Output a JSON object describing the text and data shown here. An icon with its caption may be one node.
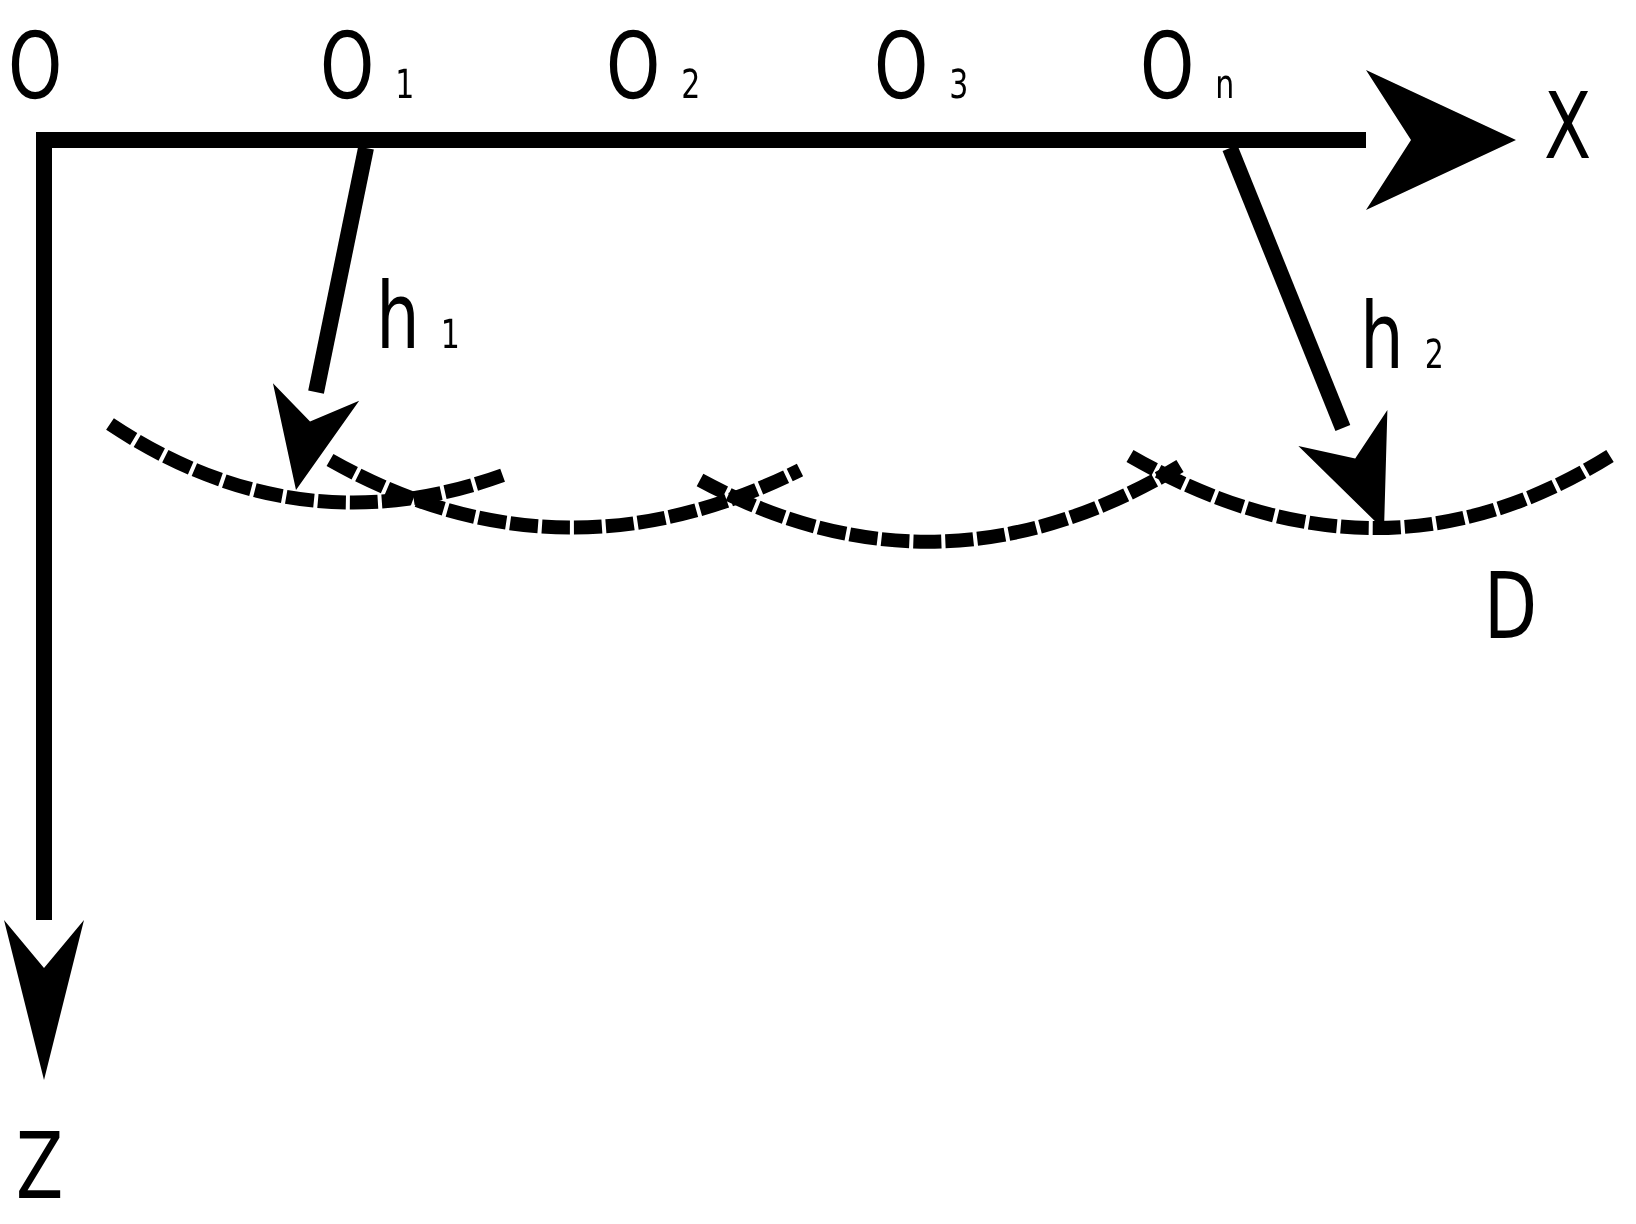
{
  "diagram": {
    "labels": [
      "O",
      "O$_{1}$",
      "O$_{2}$",
      "O$_{3}$",
      "O$_{n}$",
      "X",
      "h$_{1}$",
      "h$_{2}$",
      "D",
      "Z"
    ]
  }
}
